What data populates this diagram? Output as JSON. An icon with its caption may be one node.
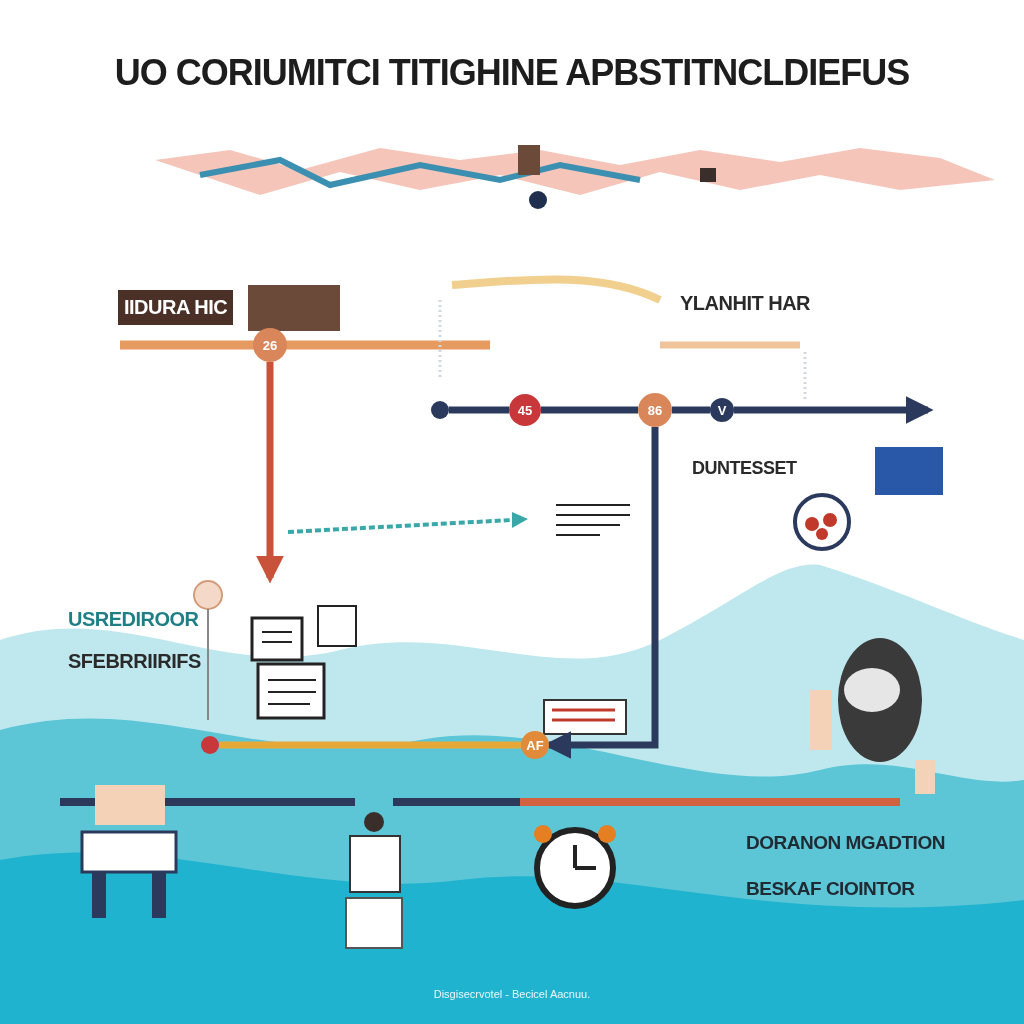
{
  "diagram": {
    "title": "UO CORIUMITCI TITIGHINE APBSTITNCLDIEFUS",
    "caption": "Disgisecrvotel - Becicel Aacnuu.",
    "nodes": [
      {
        "text": [
          "26"
        ]
      },
      {
        "text": [
          "45"
        ]
      },
      {
        "text": [
          "86"
        ]
      },
      {
        "text": [
          "V"
        ]
      },
      {
        "text": [
          "AF"
        ]
      },
      {
        "text": [],
        "shape": "circle"
      },
      {
        "text": [],
        "shape": "circle"
      }
    ],
    "edges": [
      {
        "from": 0,
        "to": null,
        "arrow": "to",
        "color": "#c8523a"
      },
      {
        "from": 5,
        "to": 1,
        "arrow": "none"
      },
      {
        "from": 1,
        "to": 2,
        "arrow": "none"
      },
      {
        "from": 2,
        "to": 3,
        "arrow": "none"
      },
      {
        "from": 3,
        "to": null,
        "arrow": "to"
      },
      {
        "from": 2,
        "to": 4,
        "arrow": "to"
      },
      {
        "from": 6,
        "to": 4,
        "arrow": "none",
        "color": "#e8a838"
      }
    ],
    "labels": [
      "IIDURA HIC",
      "YLANHIT HAR",
      "DUNTESSET",
      "USREDIROOR",
      "SFEBRRIIRIFS",
      "DORANON MGADTION",
      "BESKAF CIOINTOR"
    ]
  }
}
